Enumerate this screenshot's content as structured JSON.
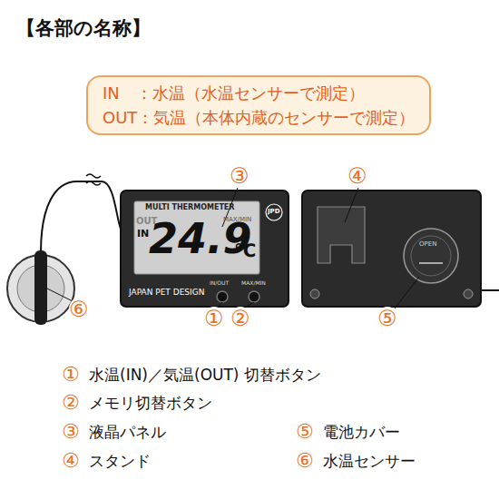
{
  "diagram": {
    "title": "【各部の名称】",
    "nodes": [
      {
        "text": [
          "IN　：水温（水温センサーで測定）",
          "OUT：気温（本体内蔵のセンサーで測定）"
        ]
      }
    ],
    "labels": [
      "MULTI THERMOMETER",
      "OUT",
      "IN",
      "24.9",
      "℃",
      "MAX/MIN",
      "JAPAN PET DESIGN",
      "IN/OUT",
      "MAX/MIN",
      "JPD",
      "OPEN",
      "③",
      "④",
      "⑥",
      "①",
      "②",
      "⑤",
      "①",
      "水温(IN)／気温(OUT) 切替ボタン",
      "②",
      "メモリ切替ボタン",
      "③",
      "液晶パネル",
      "⑤",
      "電池カバー",
      "④",
      "スタンド",
      "⑥",
      "水温センサー"
    ]
  }
}
